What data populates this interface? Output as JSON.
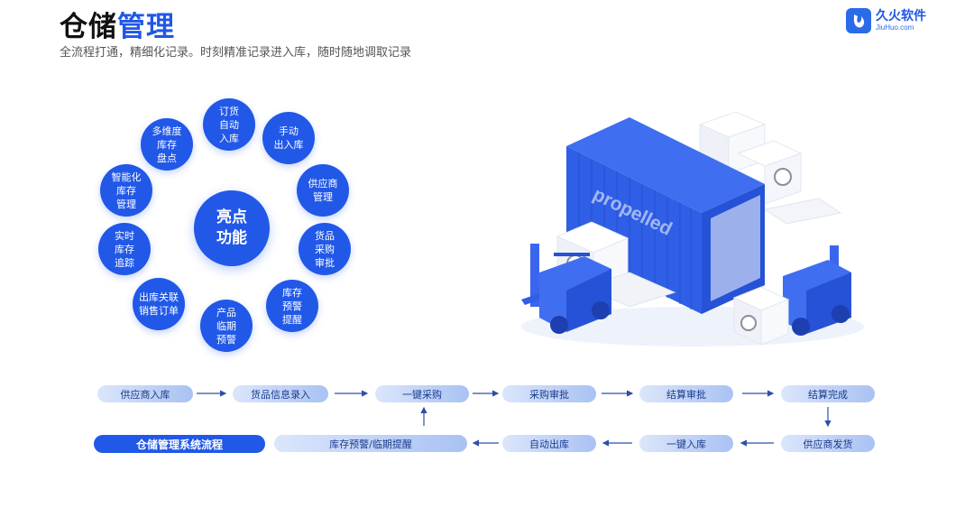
{
  "header": {
    "title_dark": "仓储",
    "title_accent": "管理",
    "subtitle": "全流程打通，精细化记录。时刻精准记录进入库，随时随地调取记录",
    "brand_name": "久火软件",
    "brand_url": "JiuHuo.com"
  },
  "features": {
    "center": "亮点\n功能",
    "items": [
      {
        "label": "订货\n自动\n入库"
      },
      {
        "label": "手动\n出入库"
      },
      {
        "label": "供应商\n管理"
      },
      {
        "label": "货品\n采购\n审批"
      },
      {
        "label": "库存\n预警\n提醒"
      },
      {
        "label": "产品\n临期\n预警"
      },
      {
        "label": "出库关联\n销售订单"
      },
      {
        "label": "实时\n库存\n追踪"
      },
      {
        "label": "智能化\n库存\n管理"
      },
      {
        "label": "多维度\n库存\n盘点"
      }
    ]
  },
  "illustration": {
    "container_text": "propelled"
  },
  "flow": {
    "legend": "仓储管理系统流程",
    "top_row": [
      "供应商入库",
      "货品信息录入",
      "一键采购",
      "采购审批",
      "结算审批",
      "结算完成"
    ],
    "bottom_row": [
      "库存预警/临期提醒",
      "自动出库",
      "一键入库",
      "供应商发货"
    ]
  },
  "colors": {
    "accent": "#2158e8",
    "step_light": "#dbe6fb",
    "step_dark": "#a9c2f3"
  }
}
